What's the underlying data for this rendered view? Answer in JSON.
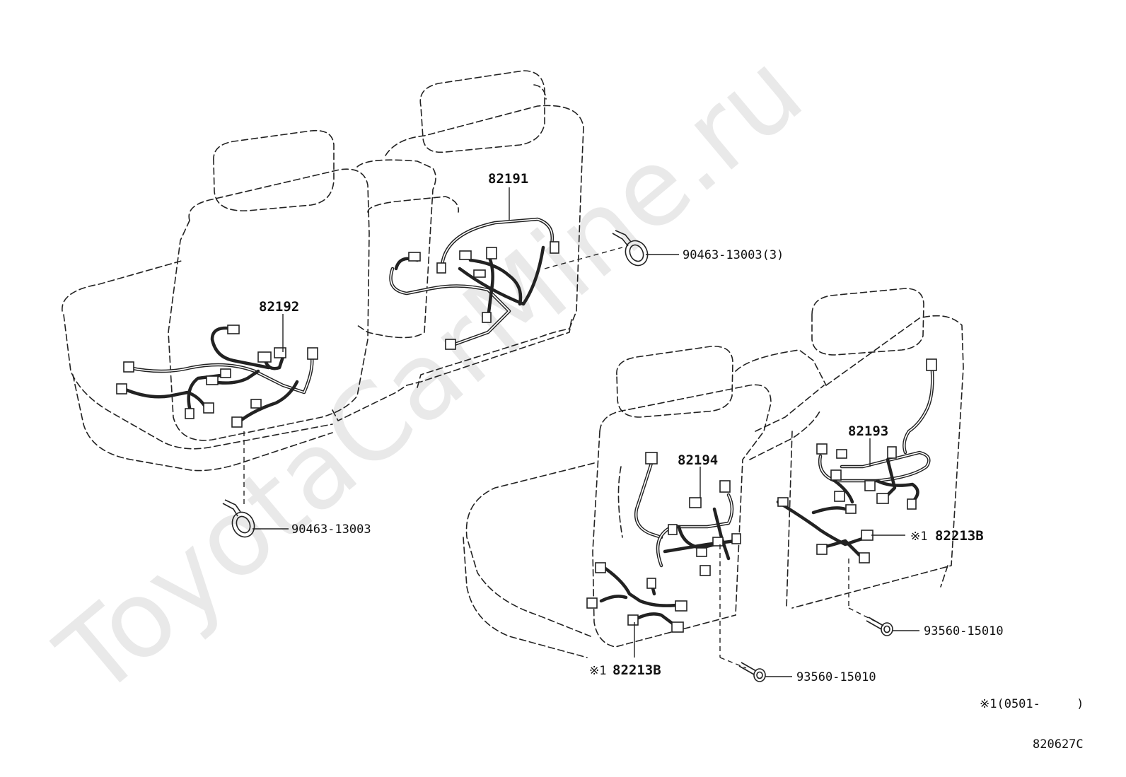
{
  "watermark": "ToyotaCarMine.ru",
  "parts": {
    "p82191": "82191",
    "p82192": "82192",
    "p82193": "82193",
    "p82194": "82194",
    "clamp_a": "90463-13003(3)",
    "clamp_b": "90463-13003",
    "bolt_a": "93560-15010",
    "bolt_b": "93560-15010",
    "conn_a_mark": "※1",
    "conn_a": "82213B",
    "conn_b_mark": "※1",
    "conn_b": "82213B"
  },
  "footnote": "※1(0501-     )",
  "figure_code": "820627C"
}
